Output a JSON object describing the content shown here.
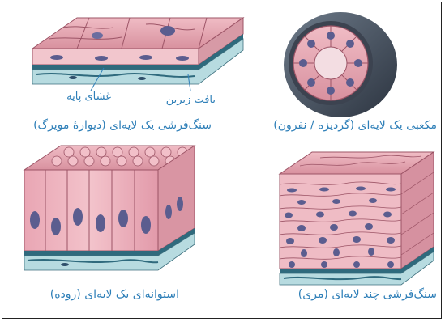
{
  "panels": {
    "top_left": {
      "caption": "سنگ‌فرشی یک لایه‌ای (دیوارهٔ مویرگ)",
      "callout_basement": "غشای پایه",
      "callout_connective": "بافت زیرین"
    },
    "top_right": {
      "caption": "مکعبی یک لایه‌ای (گردیزه / نفرون)"
    },
    "bottom_left": {
      "caption": "استوانه‌ای یک لایه‌ای (روده)"
    },
    "bottom_right": {
      "caption": "سنگ‌فرشی چند لایه‌ای (مری)"
    }
  },
  "colors": {
    "cell_fill": "#e7a7b2",
    "cell_edge": "#9c5466",
    "nucleus": "#5b5d8f",
    "basement": "#2f6a7d",
    "connective": "#b7dbe0",
    "label": "#2e7fb8"
  }
}
